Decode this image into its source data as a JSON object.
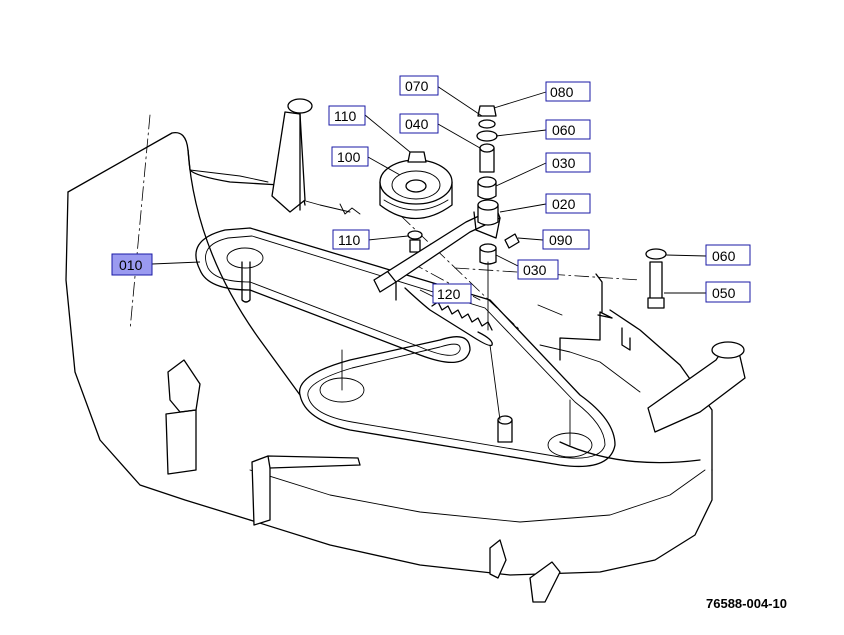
{
  "diagram": {
    "reference_number": "76588-004-10",
    "callouts": [
      {
        "id": "010",
        "label": "010",
        "highlighted": true
      },
      {
        "id": "020",
        "label": "020",
        "highlighted": false
      },
      {
        "id": "030a",
        "label": "030",
        "highlighted": false
      },
      {
        "id": "030b",
        "label": "030",
        "highlighted": false
      },
      {
        "id": "040",
        "label": "040",
        "highlighted": false
      },
      {
        "id": "050",
        "label": "050",
        "highlighted": false
      },
      {
        "id": "060a",
        "label": "060",
        "highlighted": false
      },
      {
        "id": "060b",
        "label": "060",
        "highlighted": false
      },
      {
        "id": "070",
        "label": "070",
        "highlighted": false
      },
      {
        "id": "080",
        "label": "080",
        "highlighted": false
      },
      {
        "id": "090",
        "label": "090",
        "highlighted": false
      },
      {
        "id": "100",
        "label": "100",
        "highlighted": false
      },
      {
        "id": "110a",
        "label": "110",
        "highlighted": false
      },
      {
        "id": "110b",
        "label": "110",
        "highlighted": false
      },
      {
        "id": "120",
        "label": "120",
        "highlighted": false
      }
    ],
    "colors": {
      "callout_border": "#1a1aa6",
      "callout_highlight": "#9a9af0",
      "linework": "#000000"
    }
  }
}
